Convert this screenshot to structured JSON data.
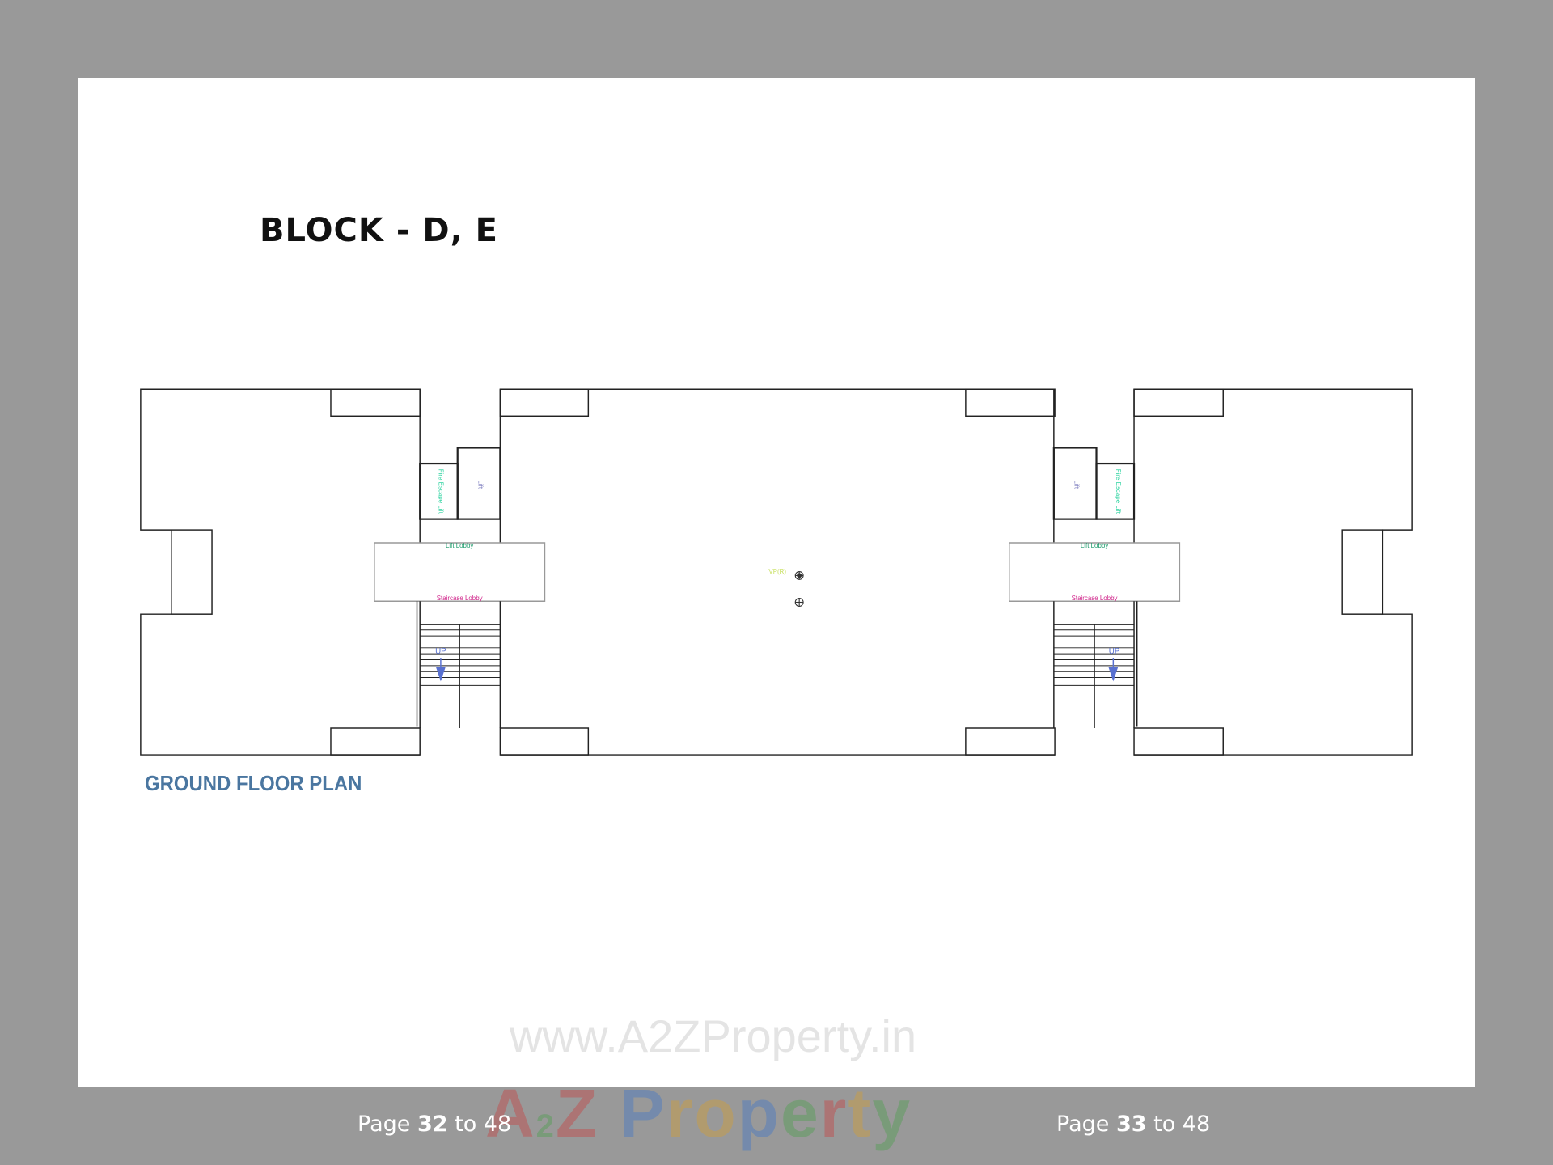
{
  "document": {
    "title": "BLOCK - D, E",
    "plan_label": "GROUND FLOOR PLAN"
  },
  "plan": {
    "lift": "Lift",
    "fire_escape_lift": "Fire Escape Lift",
    "lift_lobby": "Lift Lobby",
    "staircase_lobby": "Staircase Lobby",
    "up": "UP",
    "vp": "VP(R)",
    "colors": {
      "lobby": "#1a9a6a",
      "staircase": "#d0248a",
      "fire": "#2ed3a0",
      "lift": "#8080c0",
      "vp": "#c8e060",
      "arrow": "#5870d0"
    }
  },
  "watermark": {
    "url": "www.A2ZProperty.in",
    "logo": "A2Z Property"
  },
  "footer": {
    "left": {
      "prefix": "Page ",
      "num": "32",
      "suffix": " to 48"
    },
    "right": {
      "prefix": "Page ",
      "num": "33",
      "suffix": " to 48"
    }
  }
}
